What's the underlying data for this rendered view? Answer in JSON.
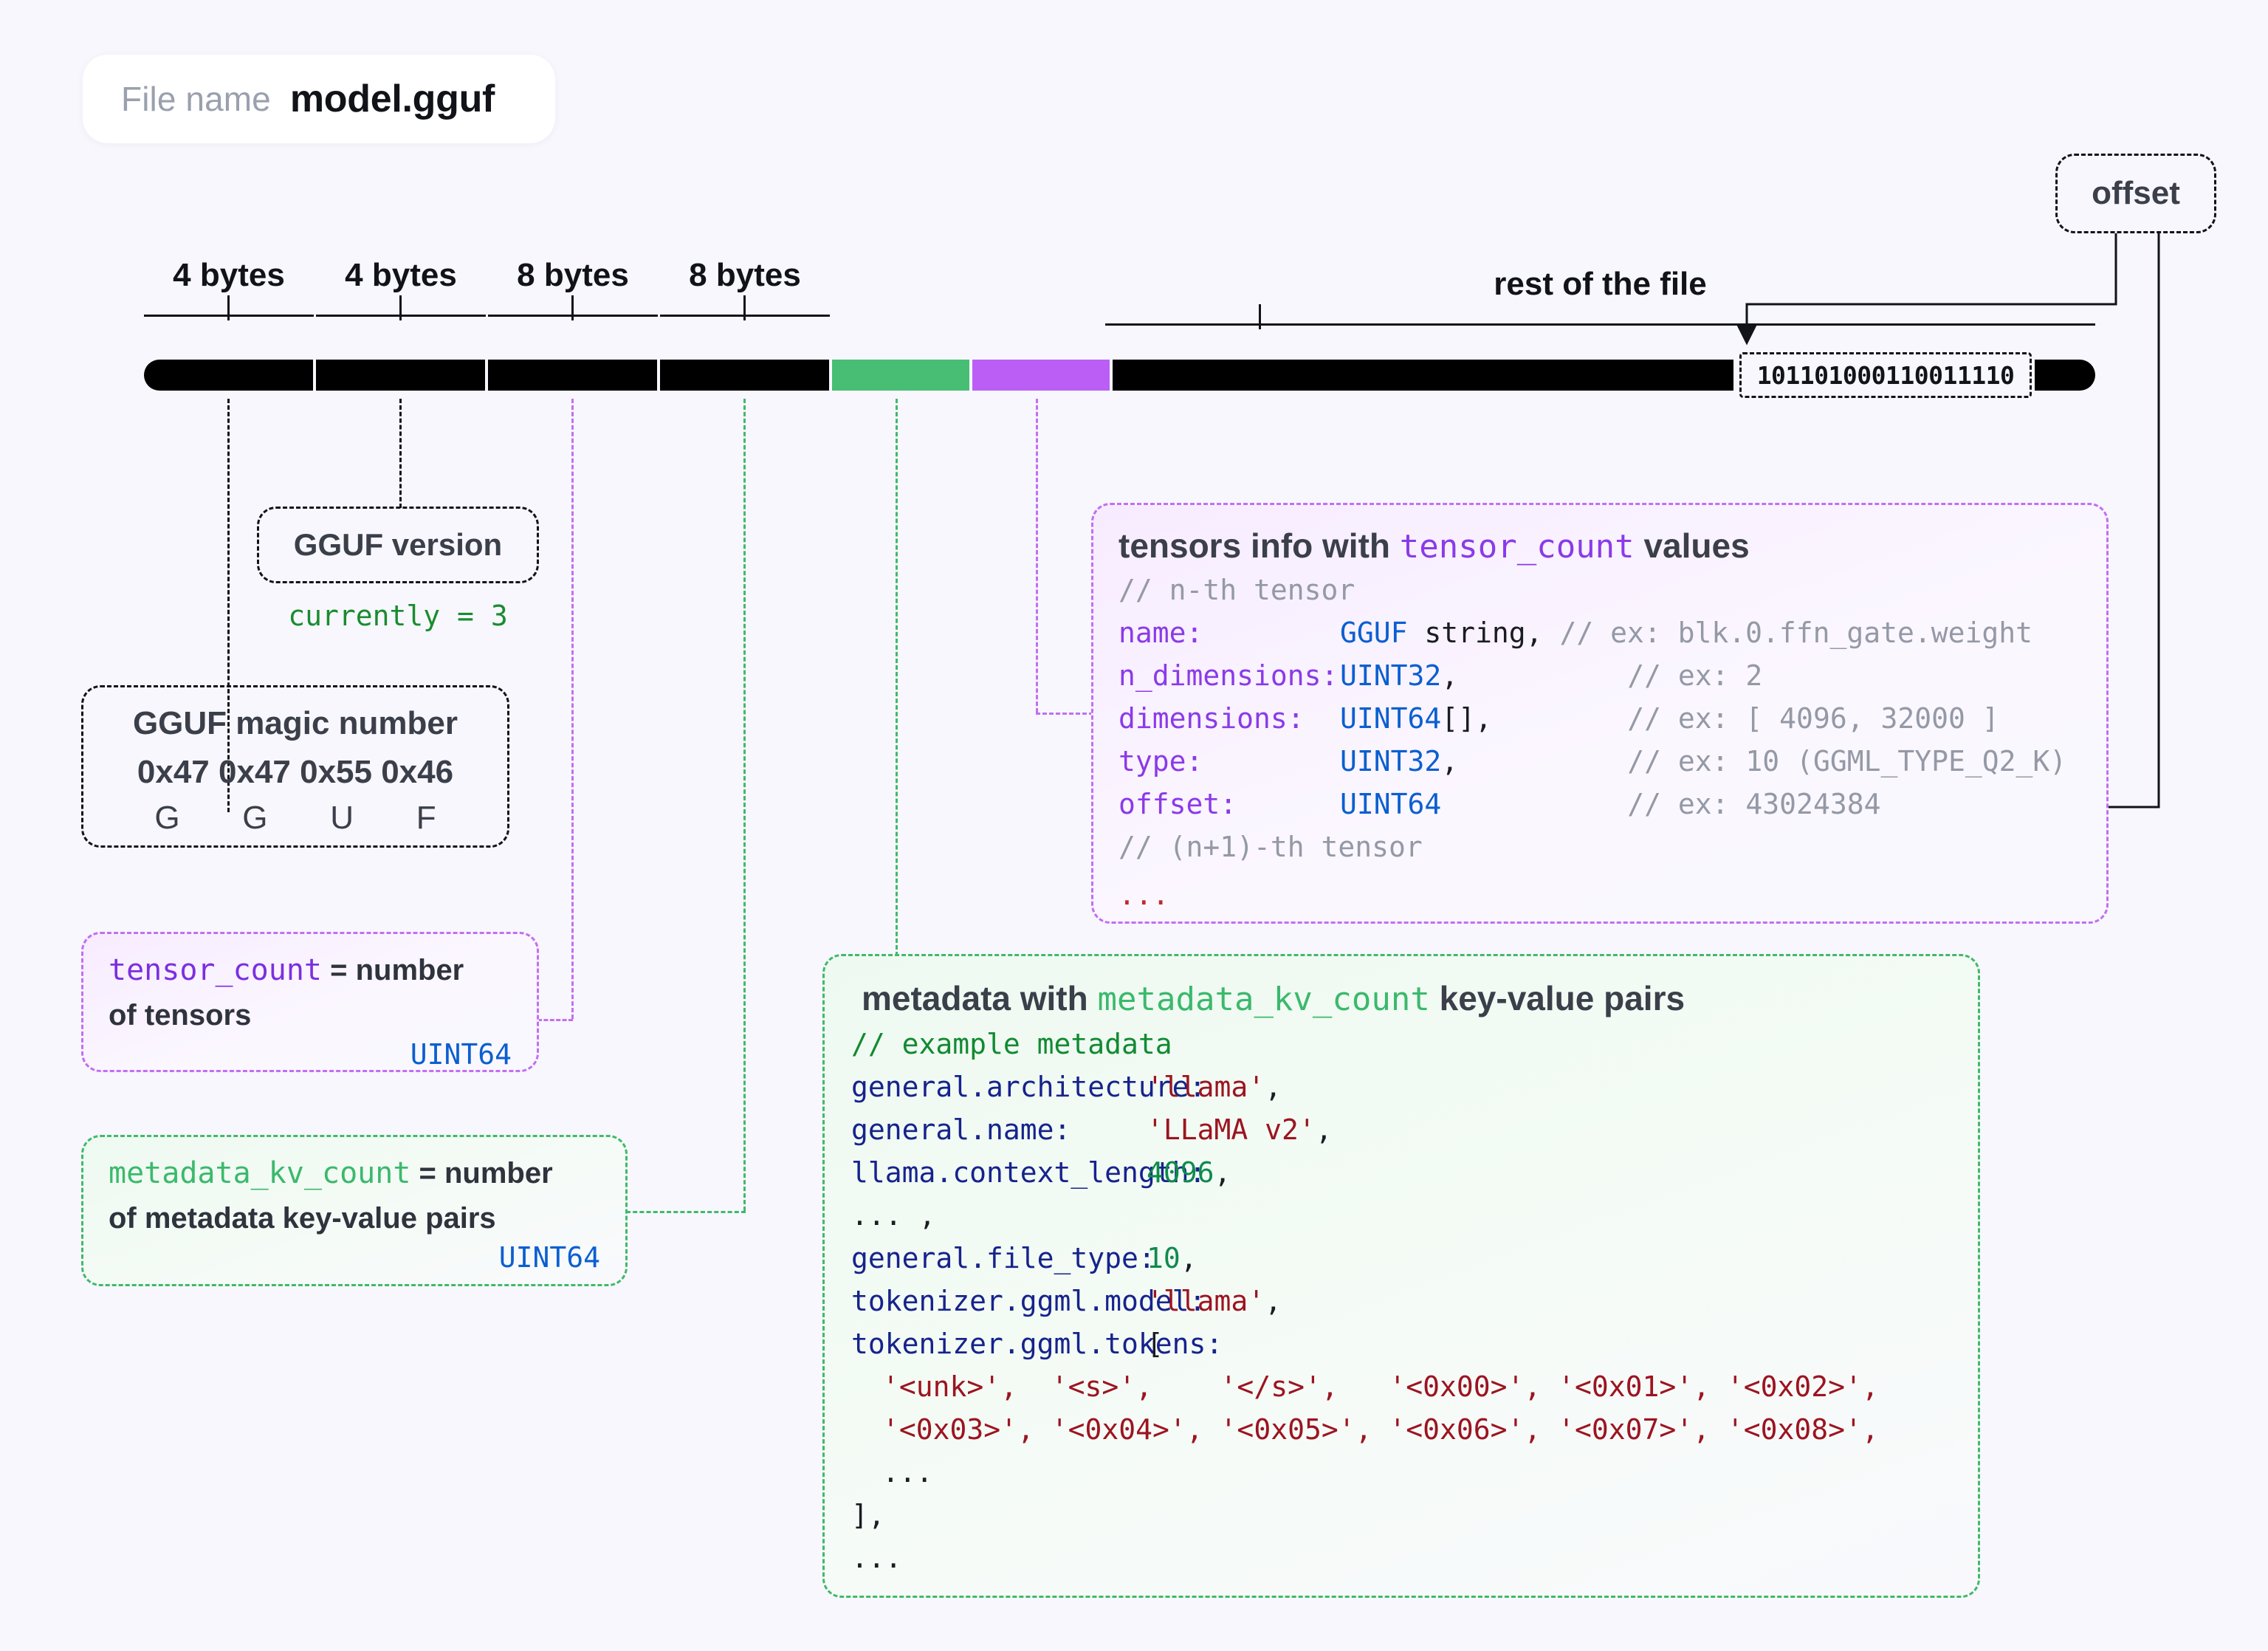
{
  "file": {
    "label": "File name",
    "name": "model.gguf"
  },
  "ruler": {
    "segments": [
      {
        "label": "4 bytes"
      },
      {
        "label": "4 bytes"
      },
      {
        "label": "8 bytes"
      },
      {
        "label": "8 bytes"
      },
      {
        "label": "rest of the file"
      }
    ]
  },
  "bar": {
    "colors": {
      "black": "#000000",
      "green": "#47be74",
      "purple": "#bb5ef5"
    }
  },
  "offset_callout": {
    "label": "offset"
  },
  "binary_sample": {
    "value": "101101000110011110"
  },
  "gguf_version": {
    "title": "GGUF version",
    "note": "currently = 3"
  },
  "gguf_magic": {
    "title": "GGUF magic number",
    "hex": "0x47 0x47 0x55 0x46",
    "chars": [
      "G",
      "G",
      "U",
      "F"
    ]
  },
  "tensor_count_box": {
    "code": "tensor_count",
    "line1_rest": " = number",
    "line2": "of tensors",
    "type": "UINT64"
  },
  "metadata_count_box": {
    "code": "metadata_kv_count",
    "line1_rest": " = number",
    "line2": "of metadata key-value pairs",
    "type": "UINT64"
  },
  "tensors_panel": {
    "header_pre": "tensors info with ",
    "header_code": "tensor_count",
    "header_post": " values",
    "comment_top": "// n-th tensor",
    "rows": [
      {
        "key": "name:",
        "type": "GGUF",
        "type_extra": " string,",
        "comment": "// ex: blk.0.ffn_gate.weight"
      },
      {
        "key": "n_dimensions:",
        "type": "UINT32",
        "type_extra": ",",
        "comment": "// ex: 2"
      },
      {
        "key": "dimensions:",
        "type": "UINT64",
        "type_extra": "[],",
        "comment": "// ex: [ 4096, 32000 ]"
      },
      {
        "key": "type:",
        "type": "UINT32",
        "type_extra": ",",
        "comment": "// ex: 10 (GGML_TYPE_Q2_K)"
      },
      {
        "key": "offset:",
        "type": "UINT64",
        "type_extra": "",
        "comment": "// ex: 43024384"
      }
    ],
    "comment_bottom": "// (n+1)-th tensor",
    "ellipsis": "..."
  },
  "metadata_panel": {
    "header_pre": "metadata with ",
    "header_code": "metadata_kv_count",
    "header_post": " key-value pairs",
    "comment_top": "// example metadata",
    "pairs": [
      {
        "key": "general.architecture:",
        "value": "'llama'",
        "kind": "str",
        "suffix": ","
      },
      {
        "key": "general.name:",
        "value": "'LLaMA v2'",
        "kind": "str",
        "suffix": ","
      },
      {
        "key": "llama.context_length:",
        "value": "4096",
        "kind": "num",
        "suffix": ","
      }
    ],
    "ellipsis_mid": "... ,",
    "pairs2": [
      {
        "key": "general.file_type:",
        "value": "10",
        "kind": "num",
        "suffix": ","
      },
      {
        "key": "tokenizer.ggml.model:",
        "value": "'llama'",
        "kind": "str",
        "suffix": ","
      }
    ],
    "tokens_key": "tokenizer.ggml.tokens:",
    "tokens_open": "[",
    "tokens_rows": [
      "'<unk>',  '<s>',    '</s>',   '<0x00>', '<0x01>', '<0x02>',",
      "'<0x03>', '<0x04>', '<0x05>', '<0x06>', '<0x07>', '<0x08>',"
    ],
    "tokens_ellipsis": "...",
    "tokens_close": "],",
    "ellipsis_end": "..."
  }
}
